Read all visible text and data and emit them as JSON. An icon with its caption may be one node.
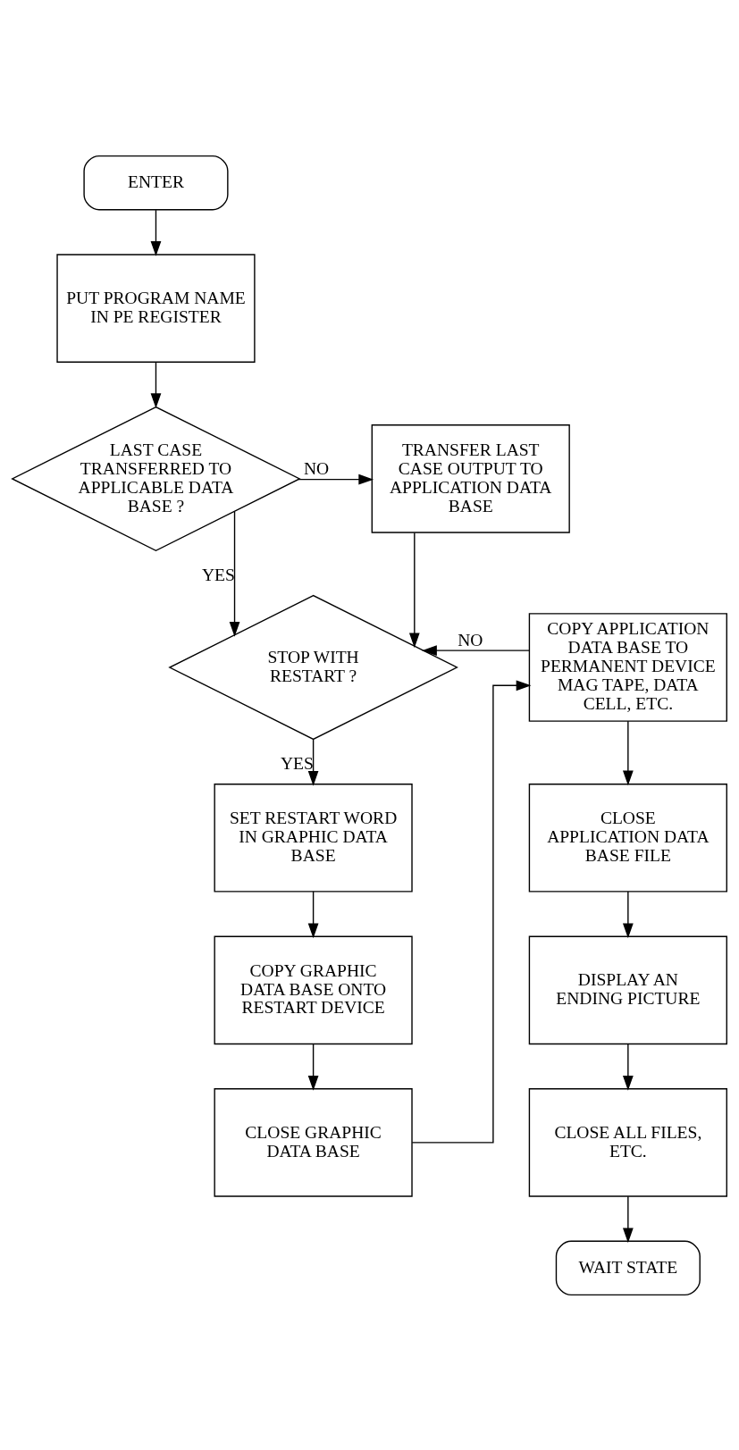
{
  "diagram": {
    "nodes": [
      {
        "text": [
          "ENTER"
        ]
      },
      {
        "text": [
          "PUT PROGRAM NAME IN PE REGISTER"
        ]
      },
      {
        "text": [
          "LAST CASE TRANSFERRED TO APPLICABLE DATA BASE ?"
        ]
      },
      {
        "text": [
          "TRANSFER LAST CASE OUTPUT TO APPLICATION DATA BASE"
        ]
      },
      {
        "text": [
          "STOP WITH RESTART ?"
        ]
      },
      {
        "text": [
          "COPY APPLICATION DATA BASE TO PERMANENT DEVICE MAG TAPE, DATA CELL, ETC."
        ]
      },
      {
        "text": [
          "SET RESTART WORD IN GRAPHIC DATA BASE"
        ]
      },
      {
        "text": [
          "CLOSE APPLICATION DATA BASE FILE"
        ]
      },
      {
        "text": [
          "COPY GRAPHIC DATA BASE ONTO RESTART DEVICE"
        ]
      },
      {
        "text": [
          "DISPLAY AN ENDING PICTURE"
        ]
      },
      {
        "text": [
          "CLOSE GRAPHIC DATA BASE"
        ]
      },
      {
        "text": [
          "CLOSE ALL FILES, ETC."
        ]
      },
      {
        "text": [
          "WAIT STATE"
        ]
      }
    ],
    "edges": [
      {
        "from": 0,
        "to": 1,
        "arrow": "to"
      },
      {
        "from": 1,
        "to": 2,
        "arrow": "to"
      },
      {
        "from": 2,
        "to": 3,
        "arrow": "to",
        "label": "NO"
      },
      {
        "from": 2,
        "to": 4,
        "arrow": "to",
        "label": "YES"
      },
      {
        "from": 3,
        "to": 4,
        "arrow": "to"
      },
      {
        "from": 5,
        "to": 4,
        "arrow": "to",
        "label": "NO"
      },
      {
        "from": 4,
        "to": 6,
        "arrow": "to",
        "label": "YES"
      },
      {
        "from": 6,
        "to": 8,
        "arrow": "to"
      },
      {
        "from": 8,
        "to": 10,
        "arrow": "to"
      },
      {
        "from": 10,
        "to": 5,
        "arrow": "to"
      },
      {
        "from": 5,
        "to": 7,
        "arrow": "to"
      },
      {
        "from": 7,
        "to": 9,
        "arrow": "to"
      },
      {
        "from": 9,
        "to": 11,
        "arrow": "to"
      },
      {
        "from": 11,
        "to": 12,
        "arrow": "to"
      }
    ]
  }
}
